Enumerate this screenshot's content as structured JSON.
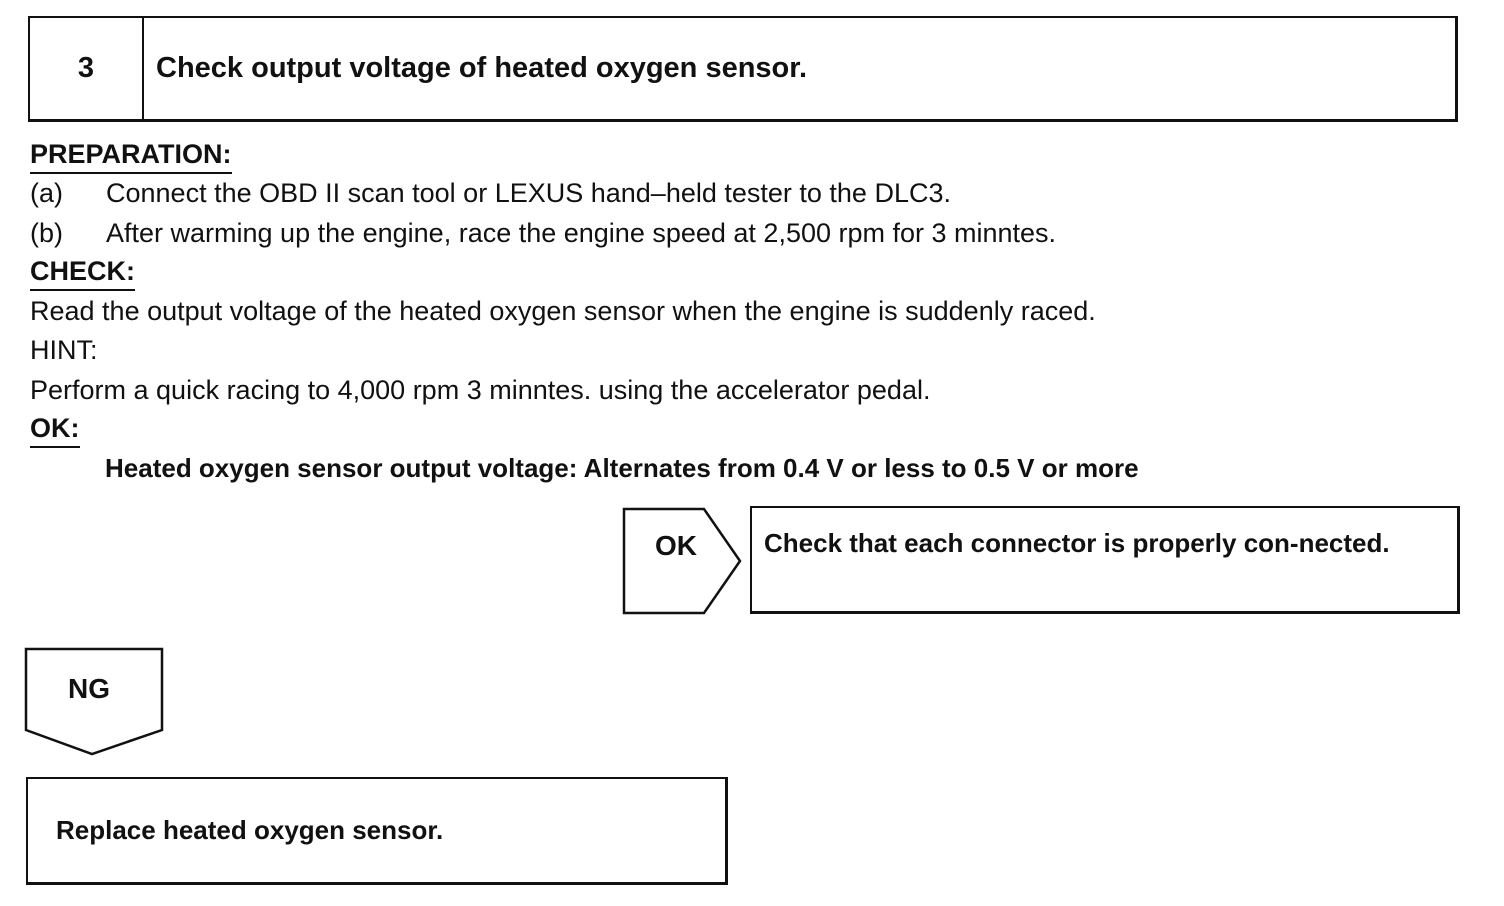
{
  "step": {
    "number": "3",
    "title": "Check output voltage of heated oxygen sensor."
  },
  "preparation": {
    "heading": "PREPARATION:",
    "items": [
      {
        "marker": "(a)",
        "text": "Connect the OBD II scan tool or LEXUS hand–held tester to the DLC3."
      },
      {
        "marker": "(b)",
        "text": "After warming up the engine, race the engine speed at 2,500 rpm for 3 minntes."
      }
    ]
  },
  "check": {
    "heading": "CHECK:",
    "text": "Read the output voltage of the heated oxygen sensor when the engine is suddenly raced.",
    "hint_label": "HINT:",
    "hint_text": "Perform a quick racing to 4,000 rpm 3 minntes. using the accelerator pedal."
  },
  "ok_section": {
    "heading": "OK:",
    "spec": "Heated oxygen sensor output voltage: Alternates from 0.4 V or less to 0.5 V or more"
  },
  "flow": {
    "ok_label": "OK",
    "ok_result": "Check that each connector is properly con-­nected.",
    "ng_label": "NG",
    "ng_result": "Replace heated oxygen sensor."
  }
}
